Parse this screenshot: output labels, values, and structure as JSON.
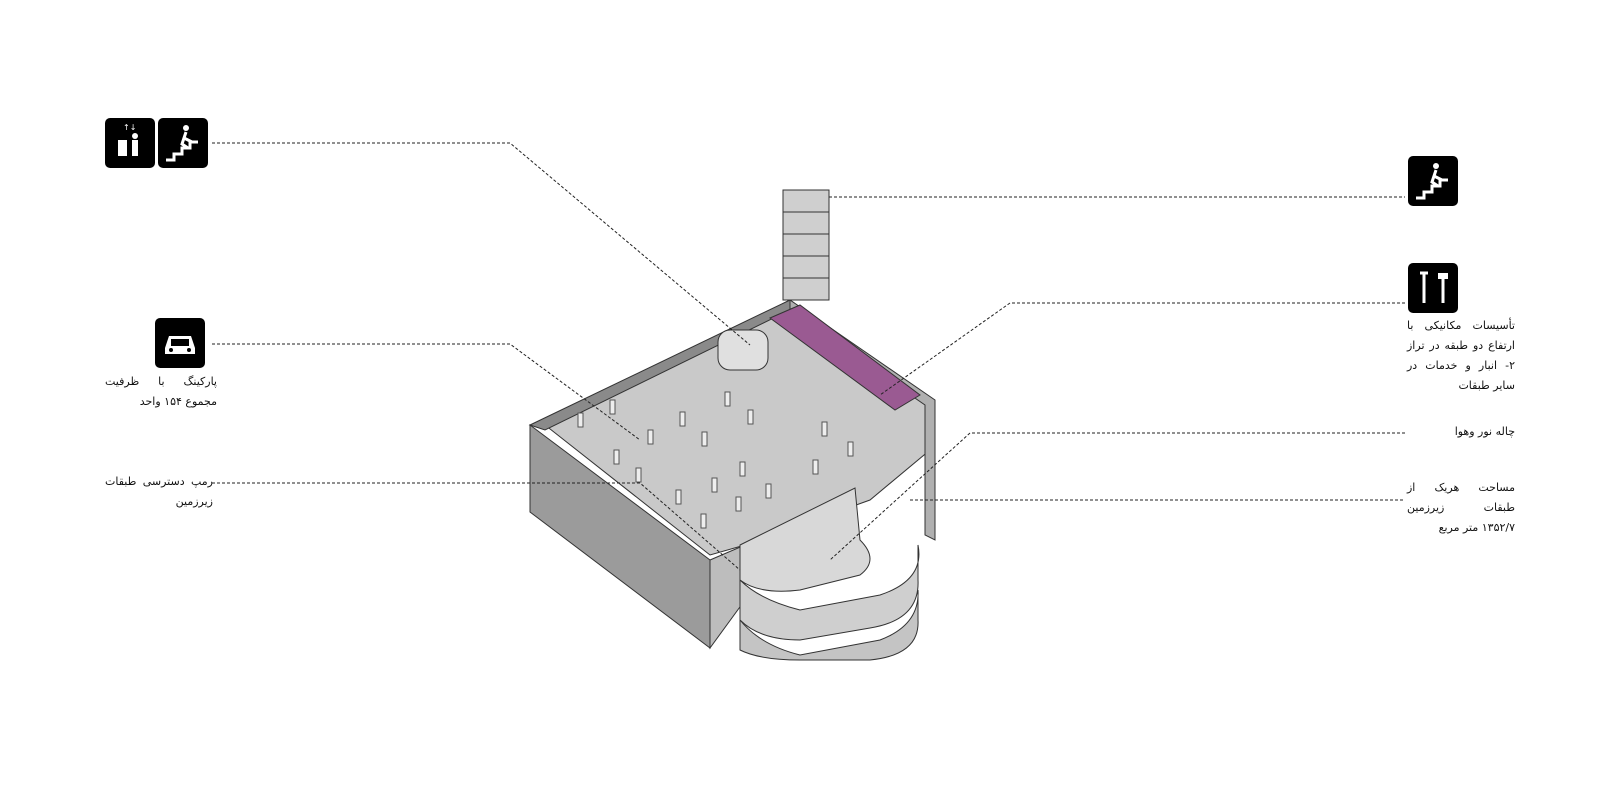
{
  "labels": {
    "mechanical": "تأسیسات مکانیکی با ارتفاع دو طبقه در تراز ۲- انبار و خدمات در سایر طبقات",
    "lightwell": "چاله نور وهوا",
    "area": "مساحت هریک از طبقات زیرزمین ۱۳۵۲/۷ متر مربع",
    "parking": "پارکینگ با ظرفیت مجموع ۱۵۴ واحد",
    "ramp": "رمپ دسترسی طبقات زیرزمین"
  },
  "icons": [
    "elevator-icon",
    "stairs-icon",
    "car-icon",
    "stairs-icon",
    "tools-icon"
  ],
  "colors": {
    "mechanical": "#9a5a92",
    "building": "#a8a8a8"
  }
}
